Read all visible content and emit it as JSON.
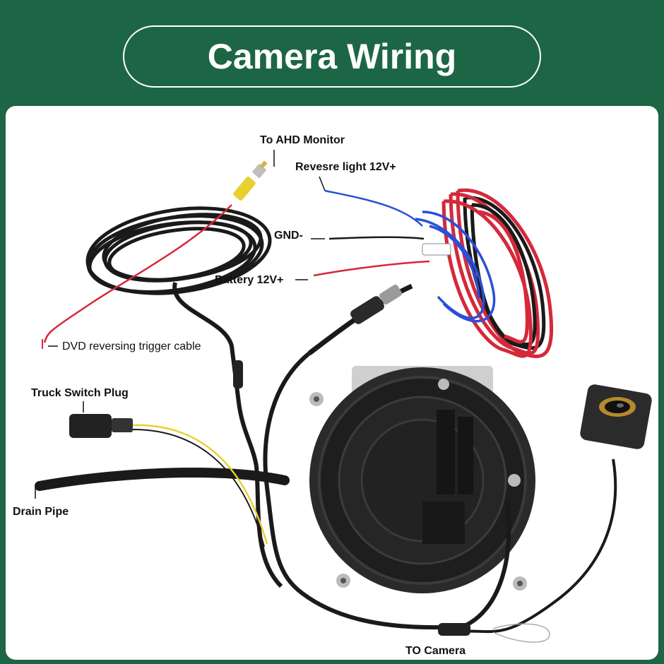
{
  "header": {
    "title": "Camera Wiring"
  },
  "labels": {
    "ahd_monitor": "To AHD Monitor",
    "reverse_light": "Revesre light 12V+",
    "gnd": "GND-",
    "battery": "Battery 12V+",
    "dvd_trigger": "DVD reversing trigger cable",
    "truck_switch": "Truck Switch Plug",
    "drain_pipe": "Drain Pipe",
    "to_camera": "TO Camera"
  },
  "colors": {
    "background": "#1d6645",
    "panel": "#ffffff",
    "title_text": "#ffffff",
    "red_wire": "#d4293a",
    "blue_wire": "#2a4fd8",
    "yellow_wire": "#e8d030",
    "black_cable": "#1a1a1a"
  }
}
